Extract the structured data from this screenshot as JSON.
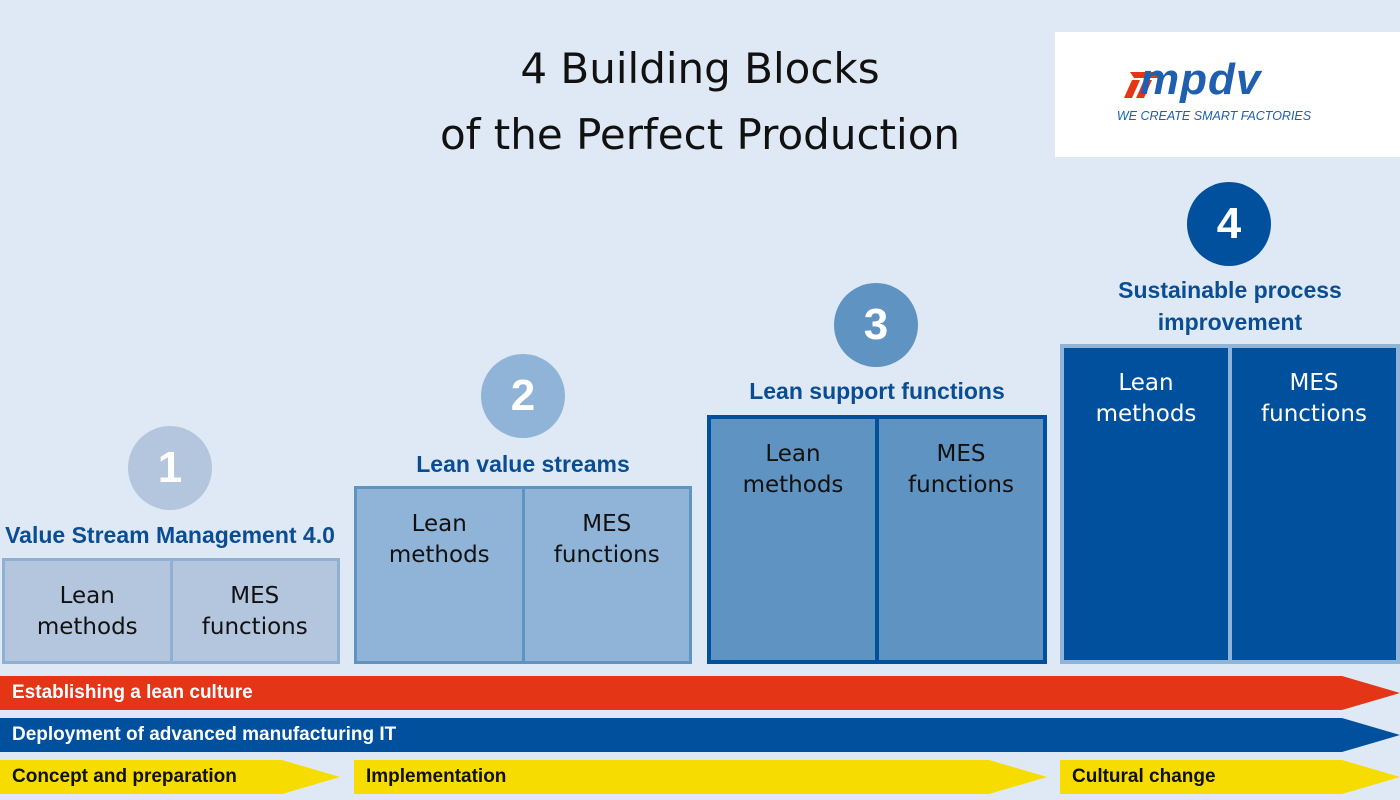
{
  "title": {
    "line1": "4 Building Blocks",
    "line2": "of the Perfect Production"
  },
  "logo": {
    "wordmark": "mpdv",
    "tagline": "WE CREATE SMART FACTORIES"
  },
  "blocks": [
    {
      "number": "1",
      "heading": "Value Stream Management 4.0",
      "left": [
        "Lean",
        "methods"
      ],
      "right": [
        "MES",
        "functions"
      ]
    },
    {
      "number": "2",
      "heading": "Lean value streams",
      "left": [
        "Lean",
        "methods"
      ],
      "right": [
        "MES",
        "functions"
      ]
    },
    {
      "number": "3",
      "heading": "Lean support functions",
      "left": [
        "Lean",
        "methods"
      ],
      "right": [
        "MES",
        "functions"
      ]
    },
    {
      "number": "4",
      "heading_line1": "Sustainable process",
      "heading_line2": "improvement",
      "left": [
        "Lean",
        "methods"
      ],
      "right": [
        "MES",
        "functions"
      ]
    }
  ],
  "arrows": {
    "culture": "Establishing a lean culture",
    "it": "Deployment of advanced manufacturing IT",
    "phases": [
      "Concept and preparation",
      "Implementation",
      "Cultural change"
    ]
  },
  "colors": {
    "background": "#dfe9f5",
    "block1": "#b3c6de",
    "block2": "#8fb4d8",
    "block3": "#5e93c2",
    "block4": "#00509e",
    "culture_arrow": "#e53517",
    "it_arrow": "#00509e",
    "phase_arrow": "#f7dc00",
    "brand_blue": "#1f5fae",
    "heading_blue": "#0b4d92"
  }
}
